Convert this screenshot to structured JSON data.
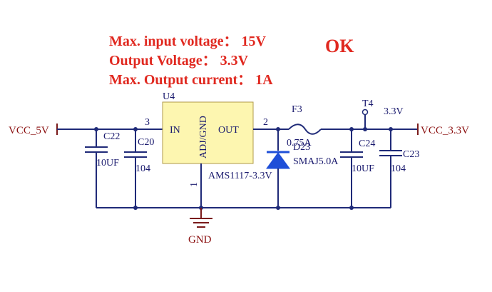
{
  "specs": {
    "line1": "Max. input voltage：  15V",
    "line2": "Output Voltage：  3.3V",
    "line3": "Max. Output current：  1A",
    "status": "OK"
  },
  "colors": {
    "spec_text": "#e0281f",
    "wire": "#1f2a78",
    "net_label": "#8b1010",
    "ic_fill": "#fdf6b0",
    "diode": "#1f4fd8"
  },
  "regulator": {
    "designator": "U4",
    "pin_in_label": "IN",
    "pin_adj_label": "ADJ/GND",
    "pin_out_label": "OUT",
    "pin_in_num": "3",
    "pin_adj_num": "1",
    "pin_out_num": "2",
    "part": "AMS1117-3.3V"
  },
  "nets": {
    "input": "VCC_5V",
    "output": "VCC_3.3V",
    "ground": "GND"
  },
  "components": {
    "c22": {
      "ref": "C22",
      "value": "10UF"
    },
    "c20": {
      "ref": "C20",
      "value": "104"
    },
    "c24": {
      "ref": "C24",
      "value": "10UF"
    },
    "c23": {
      "ref": "C23",
      "value": "104"
    },
    "fuse": {
      "ref": "F3",
      "value": "0.75A"
    },
    "diode": {
      "ref": "D23",
      "value": "SMAJ5.0A"
    },
    "testpoint": {
      "ref": "T4",
      "value": "3.3V"
    }
  }
}
